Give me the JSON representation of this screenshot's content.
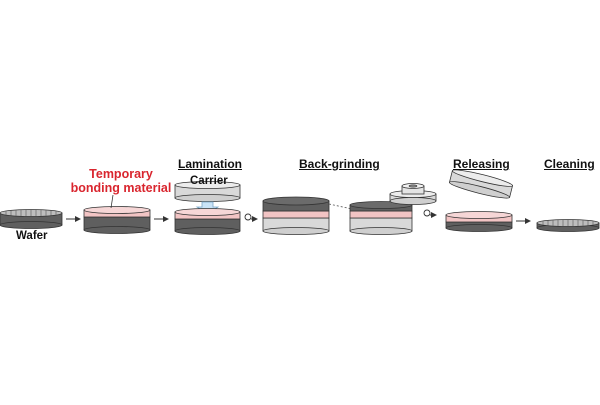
{
  "steps": {
    "lamination": "Lamination",
    "back_grinding": "Back-grinding",
    "releasing": "Releasing",
    "cleaning": "Cleaning"
  },
  "labels": {
    "wafer": "Wafer",
    "temporary_bonding_line1": "Temporary",
    "temporary_bonding_line2": "bonding material",
    "carrier": "Carrier"
  },
  "colors": {
    "wafer_dark": "#5f5f5f",
    "bonding_pink": "#f2c4c4",
    "carrier_gray": "#d9d9d9",
    "label_red": "#d9252e",
    "outline": "#333333"
  },
  "icons": {
    "process_arrow": "right-arrow",
    "blue_arrow": "down-arrow",
    "grinding_wheel": "grinding-wheel",
    "rotation": "rotate-icon"
  }
}
